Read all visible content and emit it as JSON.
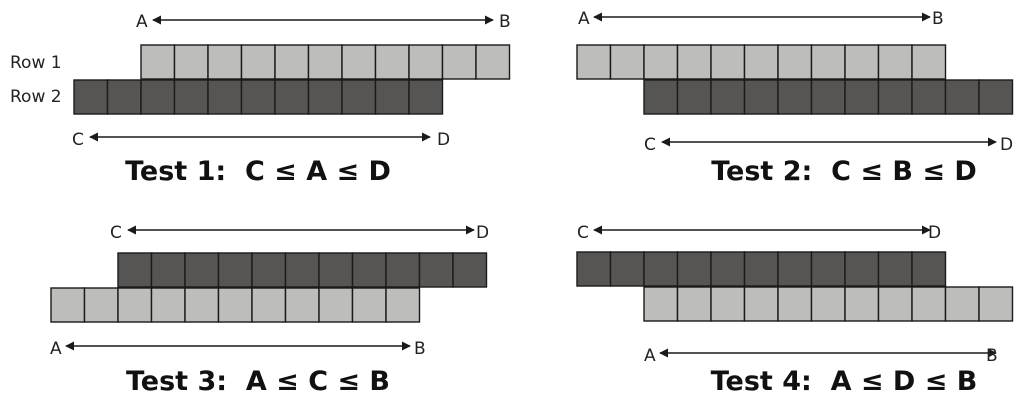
{
  "row_labels": {
    "row1": "Row 1",
    "row2": "Row 2"
  },
  "colors": {
    "light_cell": "#bdbdbb",
    "dark_cell": "#575553",
    "cell_border": "#1a1a1a",
    "arrow": "#1a1a1a"
  },
  "panels": [
    {
      "title": "Test 1:  C ≤ A ≤ D",
      "top_arrow": {
        "left": "A",
        "right": "B"
      },
      "bottom_arrow": {
        "left": "C",
        "right": "D"
      },
      "top_row": {
        "shade": "light",
        "cells": 11
      },
      "bottom_row": {
        "shade": "dark",
        "cells": 11
      }
    },
    {
      "title": "Test 2:  C ≤ B ≤ D",
      "top_arrow": {
        "left": "A",
        "right": "B"
      },
      "bottom_arrow": {
        "left": "C",
        "right": "D"
      },
      "top_row": {
        "shade": "light",
        "cells": 11
      },
      "bottom_row": {
        "shade": "dark",
        "cells": 11
      }
    },
    {
      "title": "Test 3:  A ≤ C ≤ B",
      "top_arrow": {
        "left": "C",
        "right": "D"
      },
      "bottom_arrow": {
        "left": "A",
        "right": "B"
      },
      "top_row": {
        "shade": "dark",
        "cells": 11
      },
      "bottom_row": {
        "shade": "light",
        "cells": 11
      }
    },
    {
      "title": "Test 4:  A ≤ D ≤ B",
      "top_arrow": {
        "left": "C",
        "right": "D"
      },
      "bottom_arrow": {
        "left": "A",
        "right": "B"
      },
      "top_row": {
        "shade": "dark",
        "cells": 11
      },
      "bottom_row": {
        "shade": "light",
        "cells": 11
      }
    }
  ]
}
